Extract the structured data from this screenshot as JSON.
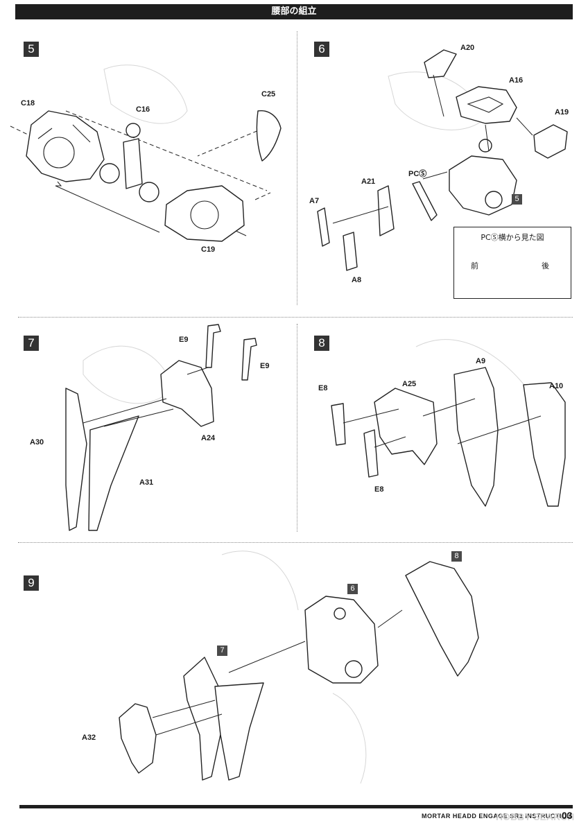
{
  "header": {
    "title": "腰部の組立"
  },
  "steps": {
    "s5": {
      "number": "5",
      "parts": {
        "c18": "C18",
        "c16": "C16",
        "c25": "C25",
        "c19": "C19"
      }
    },
    "s6": {
      "number": "6",
      "ref_badge": "5",
      "parts": {
        "a20": "A20",
        "a16": "A16",
        "a19": "A19",
        "a21": "A21",
        "pcs": "PCⓈ",
        "a7": "A7",
        "a8": "A8"
      },
      "pc_box": {
        "title": "PCⓈ横から見た図",
        "front": "前",
        "back": "後"
      }
    },
    "s7": {
      "number": "7",
      "parts": {
        "e9a": "E9",
        "e9b": "E9",
        "a30": "A30",
        "a24": "A24",
        "a31": "A31"
      }
    },
    "s8": {
      "number": "8",
      "parts": {
        "e8a": "E8",
        "a25": "A25",
        "a9": "A9",
        "a10": "A10",
        "e8b": "E8"
      }
    },
    "s9": {
      "number": "9",
      "ref_8": "8",
      "ref_6": "6",
      "ref_7": "7",
      "parts": {
        "a32": "A32"
      }
    }
  },
  "footer": {
    "text": "MORTAR HEADD  ENGAGE SR1  INSTRUCTION",
    "page": "03",
    "watermark": "HOBBY SEARCH"
  }
}
